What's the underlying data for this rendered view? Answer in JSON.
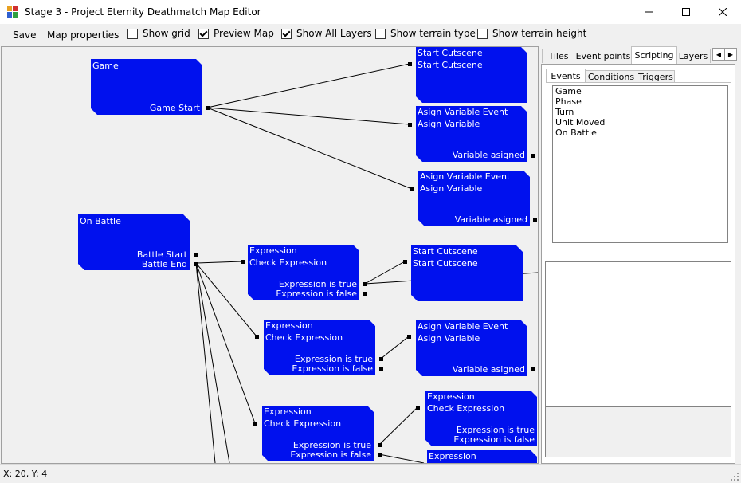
{
  "window": {
    "title": "Stage 3 - Project Eternity Deathmatch Map Editor",
    "controls": [
      "minimize-icon",
      "maximize-icon",
      "close-icon"
    ]
  },
  "menu": {
    "save": "Save",
    "map_properties": "Map properties",
    "show_grid": {
      "label": "Show grid",
      "checked": false
    },
    "preview_map": {
      "label": "Preview Map",
      "checked": true
    },
    "show_all_layers": {
      "label": "Show All Layers",
      "checked": true
    },
    "show_terrain_type": {
      "label": "Show terrain type",
      "checked": false
    },
    "show_terrain_height": {
      "label": "Show terrain height",
      "checked": false
    }
  },
  "nodes": {
    "game": {
      "title": "Game",
      "out1": "Game Start"
    },
    "on_battle": {
      "title": "On Battle",
      "out1": "Battle Start",
      "out2": "Battle End"
    },
    "cutscene1": {
      "title": "Start Cutscene",
      "sub": "Start Cutscene"
    },
    "assign1": {
      "title": "Asign Variable Event",
      "sub": "Asign Variable",
      "out1": "Variable asigned"
    },
    "assign2": {
      "title": "Asign Variable Event",
      "sub": "Asign Variable",
      "out1": "Variable asigned"
    },
    "expr1": {
      "title": "Expression",
      "sub": "Check Expression",
      "out1": "Expression is true",
      "out2": "Expression is false"
    },
    "cutscene2": {
      "title": "Start Cutscene",
      "sub": "Start Cutscene"
    },
    "expr2": {
      "title": "Expression",
      "sub": "Check Expression",
      "out1": "Expression is true",
      "out2": "Expression is false"
    },
    "assign3": {
      "title": "Asign Variable Event",
      "sub": "Asign Variable",
      "out1": "Variable asigned"
    },
    "expr3": {
      "title": "Expression",
      "sub": "Check Expression",
      "out1": "Expression is true",
      "out2": "Expression is false"
    },
    "expr4": {
      "title": "Expression",
      "sub": "Check Expression",
      "out1": "Expression is true",
      "out2": "Expression is false"
    },
    "expr5": {
      "title": "Expression"
    }
  },
  "panel": {
    "tabs": [
      "Tiles",
      "Event points",
      "Scripting",
      "Layers"
    ],
    "active_tab": "Scripting",
    "sub_tabs": [
      "Events",
      "Conditions",
      "Triggers"
    ],
    "active_sub_tab": "Events",
    "events": [
      "Game",
      "Phase",
      "Turn",
      "Unit Moved",
      "On Battle"
    ]
  },
  "status": {
    "coords": "X: 20, Y: 4"
  },
  "colors": {
    "node": "#0011ee",
    "background": "#f0f0f0"
  }
}
